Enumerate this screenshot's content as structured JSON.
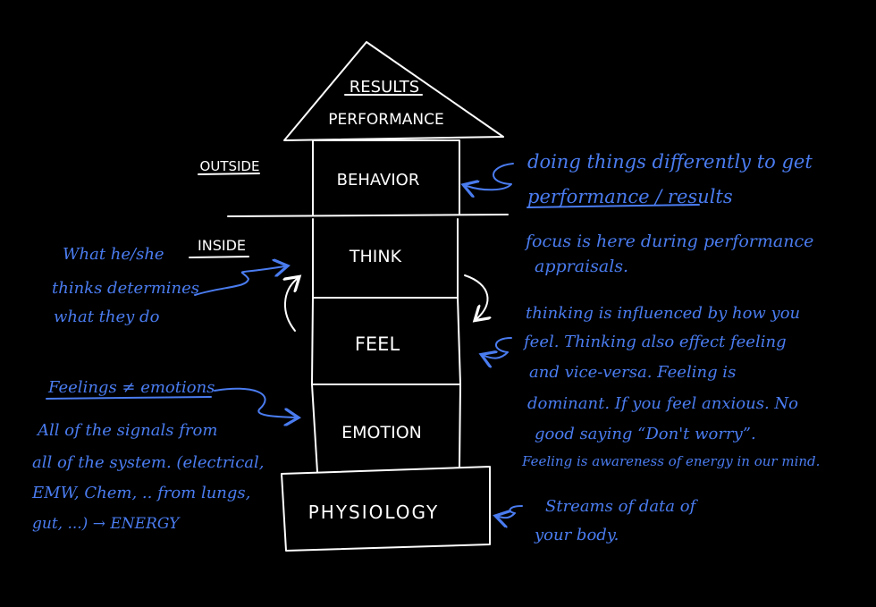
{
  "pyramid": {
    "roof_line1": "RESULTS",
    "roof_line2": "PERFORMANCE",
    "levels": {
      "behavior": "BEHAVIOR",
      "think": "THINK",
      "feel": "FEEL",
      "emotion": "EMOTION",
      "physiology": "PHYSIOLOGY"
    }
  },
  "labels": {
    "outside": "OUTSIDE",
    "inside": "INSIDE"
  },
  "notes": {
    "behavior": [
      "doing things differently to get",
      "performance / results"
    ],
    "focus": [
      "focus is here during performance",
      "appraisals."
    ],
    "think_left": [
      "What he/she",
      "thinks determines",
      "what they do"
    ],
    "feel": [
      "thinking is influenced by how you",
      "feel. Thinking also effect feeling",
      "and vice-versa. Feeling is",
      "dominant. If you feel anxious. No",
      "good saying “Don't worry”.",
      "Feeling is awareness of energy in our mind."
    ],
    "emotion_left": [
      "Feelings ≠ emotions",
      "All of the signals from",
      "all of the system. (electrical,",
      "EMW, Chem, .. from lungs,",
      "gut, ...) → ENERGY"
    ],
    "physiology": [
      "Streams of data of",
      "your body."
    ]
  },
  "colors": {
    "background": "#000000",
    "chalk": "#ffffff",
    "ink": "#4a7cf0"
  }
}
